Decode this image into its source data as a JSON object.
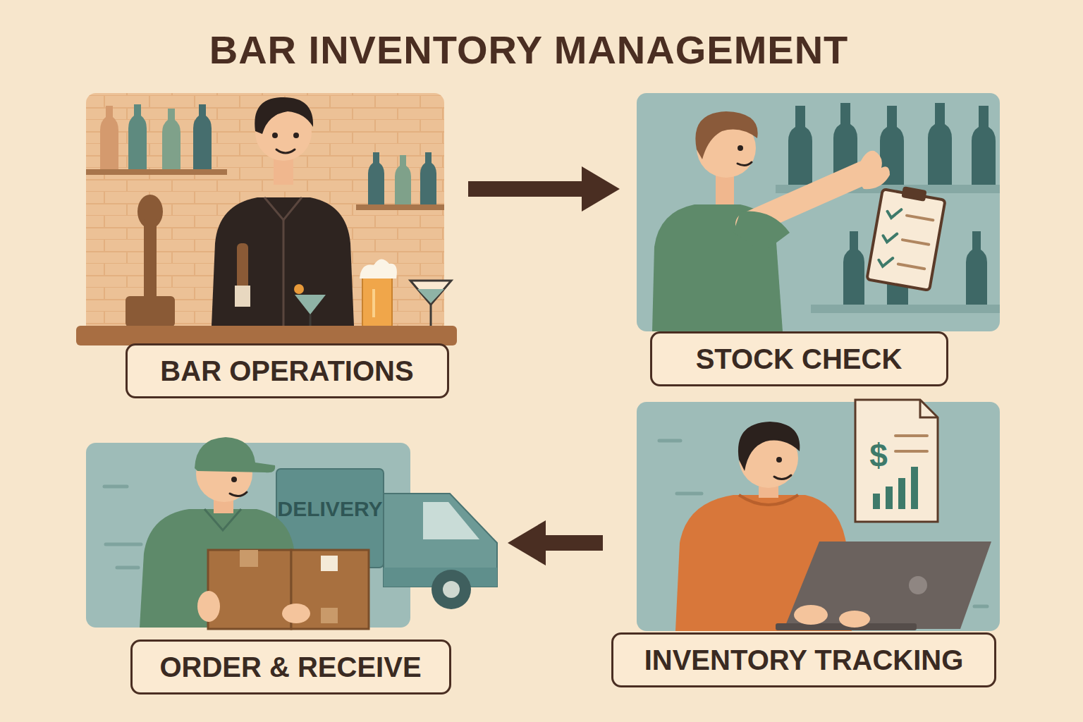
{
  "diagram": {
    "title": "BAR INVENTORY MANAGEMENT",
    "nodes": [
      {
        "text": [
          "BAR OPERATIONS"
        ]
      },
      {
        "text": [
          "STOCK CHECK"
        ]
      },
      {
        "text": [
          "ORDER & RECEIVE"
        ]
      },
      {
        "text": [
          "INVENTORY TRACKING"
        ]
      }
    ],
    "edges": [
      {
        "from": 0,
        "to": 1,
        "arrow": "to"
      },
      {
        "from": 3,
        "to": 2,
        "arrow": "to"
      }
    ],
    "labels": [
      "DELIVERY",
      "$"
    ]
  }
}
